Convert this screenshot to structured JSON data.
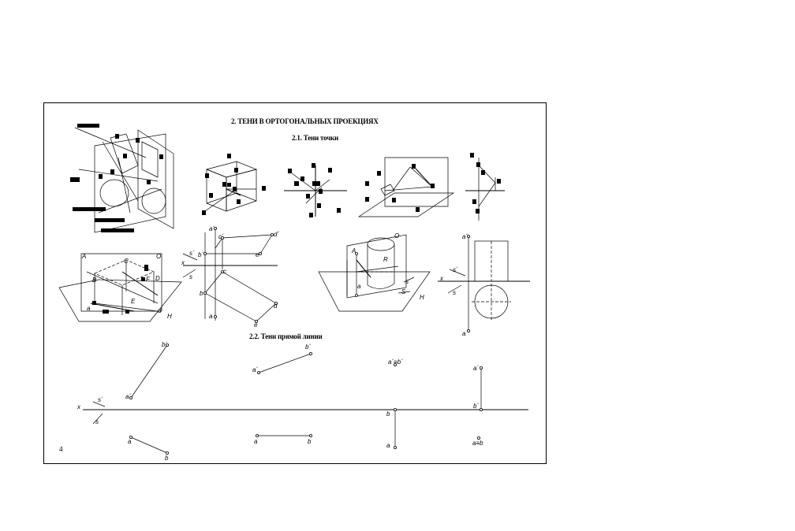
{
  "page": {
    "title": "2. ТЕНИ В ОРТОГОНАЛЬНЫХ ПРОЕКЦИЯХ",
    "section_1": "2.1. Тени точки",
    "section_2": "2.2. Тени прямой линии",
    "page_number": "4"
  },
  "labels": {
    "a_prime": "a´",
    "b_prime": "b´",
    "c_prime": "c´",
    "d_prime": "d´",
    "e_prime": "e´",
    "s_prime": "s´",
    "a": "a",
    "b": "b",
    "c": "c",
    "d": "d",
    "e": "e",
    "s": "s",
    "x": "x",
    "A": "A",
    "B": "B",
    "C": "C",
    "D": "D",
    "E": "E",
    "F": "F",
    "H": "H",
    "O": "O",
    "R": "R",
    "S": "S",
    "ab_prime_coincide": "a´≡b´",
    "ab_coincide": "a≡b"
  }
}
